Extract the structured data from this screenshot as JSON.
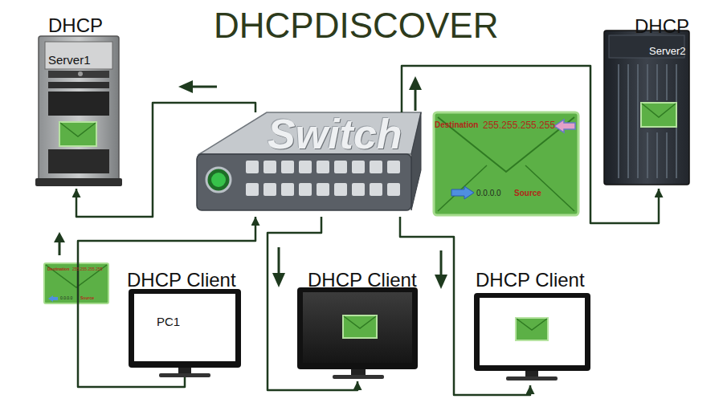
{
  "diagram": {
    "title": "DHCPDISCOVER",
    "nodes": [
      {
        "text": [
          "DHCP",
          "Server1"
        ]
      },
      {
        "text": [
          "DHCP",
          "Server2"
        ]
      },
      {
        "text": [
          "Switch"
        ]
      },
      {
        "text": [
          "DHCP Client",
          "PC1"
        ]
      },
      {
        "text": [
          "DHCP Client"
        ]
      },
      {
        "text": [
          "DHCP Client"
        ]
      }
    ],
    "edges": [
      {
        "from": 2,
        "to": 0,
        "arrow": "to"
      },
      {
        "from": 2,
        "to": 1,
        "arrow": "to"
      },
      {
        "from": 3,
        "to": 2,
        "arrow": "to"
      },
      {
        "from": 2,
        "to": 4,
        "arrow": "to"
      },
      {
        "from": 2,
        "to": 5,
        "arrow": "to"
      }
    ],
    "labels": [
      "Destination",
      "255.255.255.255",
      "0.0.0.0",
      "Source",
      "Destination",
      "255.255.255.255",
      "0.0.0.0",
      "Source"
    ]
  }
}
